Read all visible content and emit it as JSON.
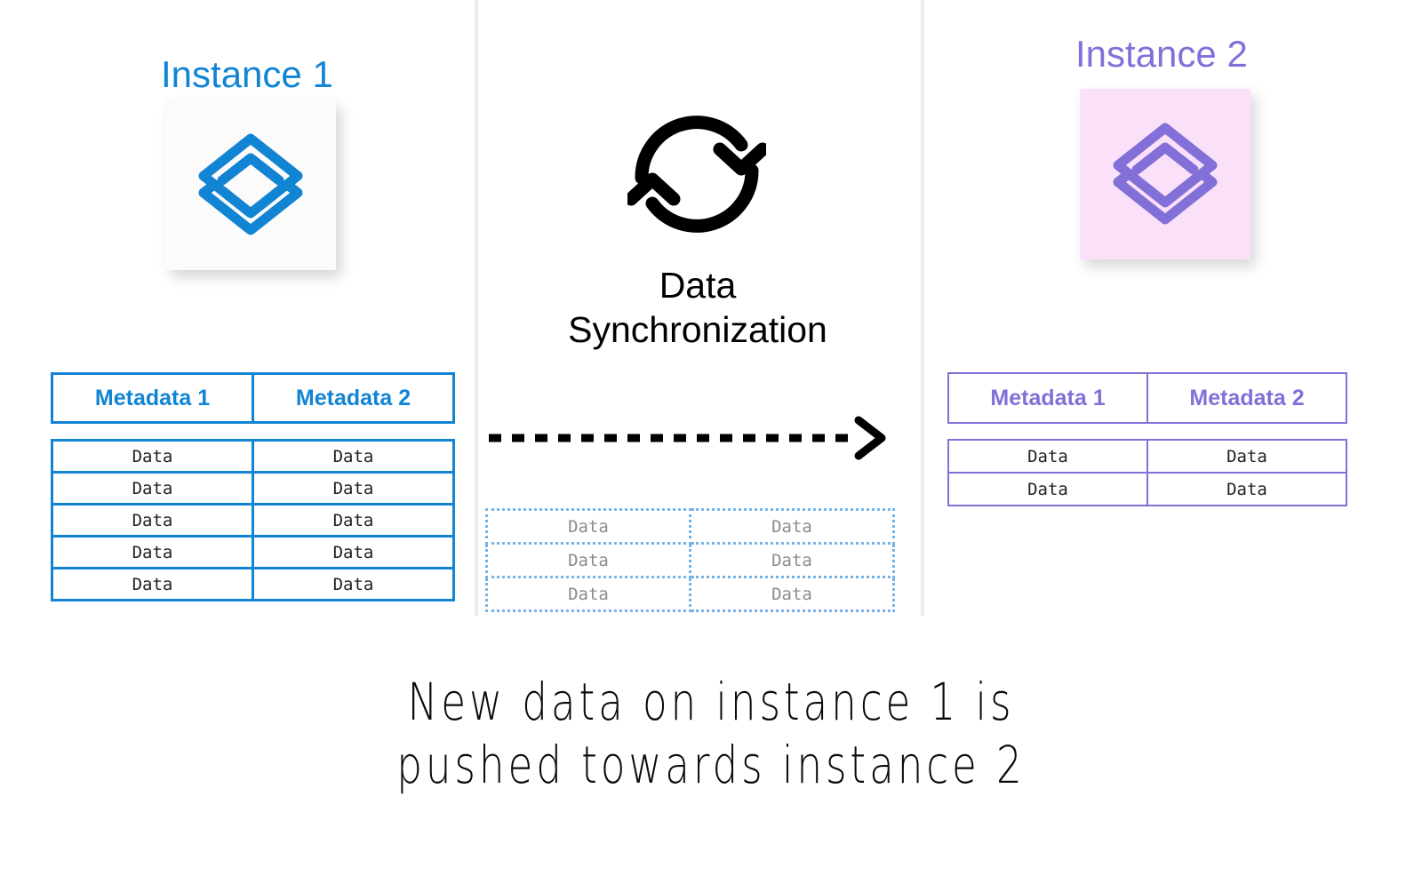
{
  "instance1": {
    "title": "Instance 1",
    "accent_color": "#1184d3",
    "card_background": "#fbfbfb",
    "logo_icon": "stacked-layers-icon",
    "table": {
      "headers": [
        "Metadata 1",
        "Metadata 2"
      ],
      "rows": [
        [
          "Data",
          "Data"
        ],
        [
          "Data",
          "Data"
        ],
        [
          "Data",
          "Data"
        ],
        [
          "Data",
          "Data"
        ],
        [
          "Data",
          "Data"
        ]
      ]
    }
  },
  "instance2": {
    "title": "Instance 2",
    "accent_color": "#8270d8",
    "card_background": "#fae0f8",
    "logo_icon": "stacked-layers-icon",
    "table": {
      "headers": [
        "Metadata 1",
        "Metadata 2"
      ],
      "rows": [
        [
          "Data",
          "Data"
        ],
        [
          "Data",
          "Data"
        ]
      ]
    }
  },
  "center": {
    "sync_icon": "circular-sync-arrows-icon",
    "label_line1": "Data",
    "label_line2": "Synchronization",
    "arrow_icon": "dashed-right-arrow-icon",
    "arrow_color": "#000000",
    "transfer_table": {
      "border_color": "#74b3e8",
      "text_color": "#8c8c8c",
      "rows": [
        [
          "Data",
          "Data"
        ],
        [
          "Data",
          "Data"
        ],
        [
          "Data",
          "Data"
        ]
      ]
    }
  },
  "caption": {
    "line1": "New data on instance 1 is",
    "line2": "pushed towards instance 2"
  },
  "divider_color": "#ececec"
}
